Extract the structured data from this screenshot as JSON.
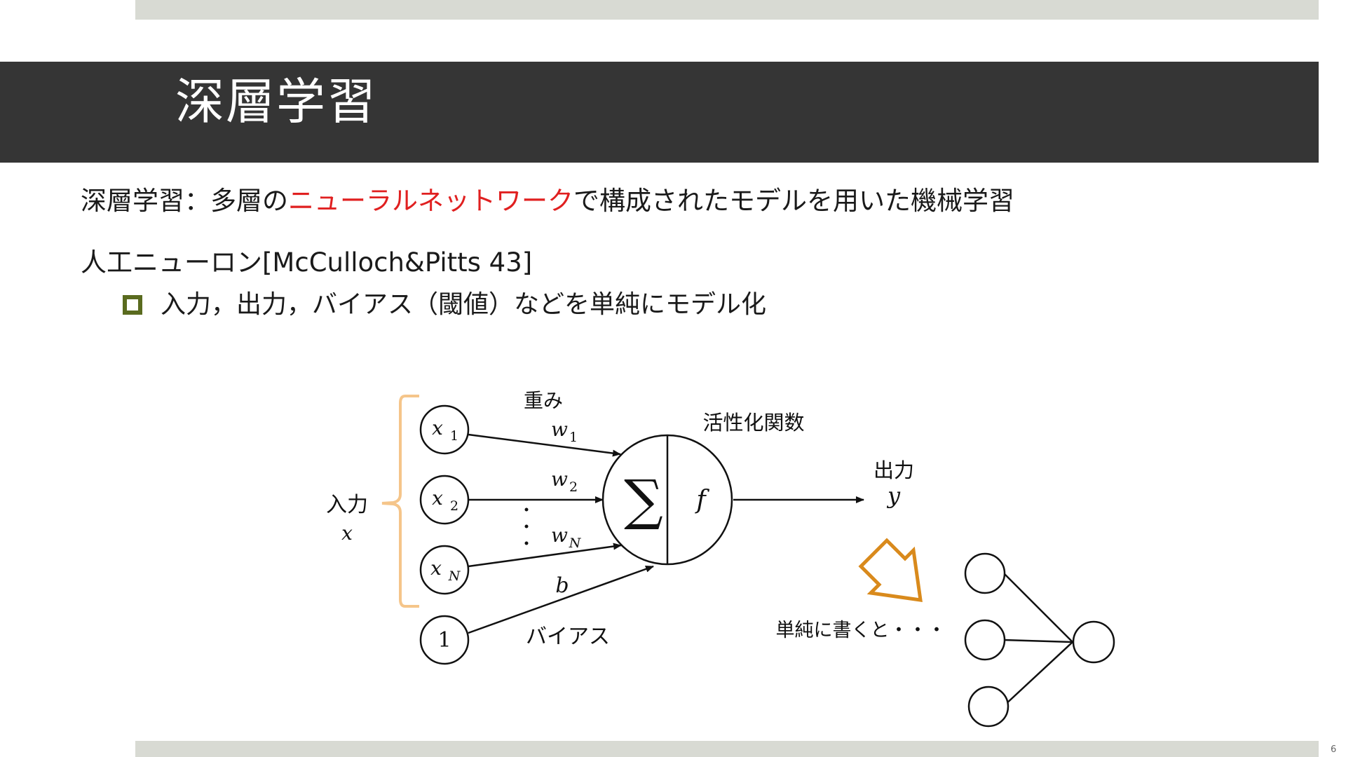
{
  "slide": {
    "title": "深層学習",
    "page_number": "6"
  },
  "line1": {
    "prefix": "深層学習：多層の",
    "highlight": "ニューラルネットワーク",
    "suffix": "で構成されたモデルを用いた機械学習"
  },
  "line2": "人工ニューロン[McCulloch&Pitts 43]",
  "bullet": "入力，出力，バイアス（閾値）などを単純にモデル化",
  "diagram": {
    "input_label": "入力",
    "input_var": "x",
    "weights_label": "重み",
    "nodes": {
      "x1": {
        "base": "x",
        "sub": "1"
      },
      "x2": {
        "base": "x",
        "sub": "2"
      },
      "xN": {
        "base": "x",
        "sub": "N"
      },
      "bias_node": "1"
    },
    "weights": {
      "w1": {
        "base": "w",
        "sub": "1"
      },
      "w2": {
        "base": "w",
        "sub": "2"
      },
      "wN": {
        "base": "w",
        "sub": "N"
      },
      "b": "b"
    },
    "bias_label": "バイアス",
    "activation_label": "活性化関数",
    "sum_symbol": "∑",
    "f_symbol": "f",
    "output_label": "出力",
    "output_var": "y",
    "simplify_label": "単純に書くと・・・"
  },
  "colors": {
    "title_band": "#353535",
    "accent_bars": "#d8dad3",
    "highlight_text": "#e02020",
    "bullet": "#5a6b1f",
    "brace": "#f5c58a",
    "arrow_outline": "#d98a1c"
  }
}
